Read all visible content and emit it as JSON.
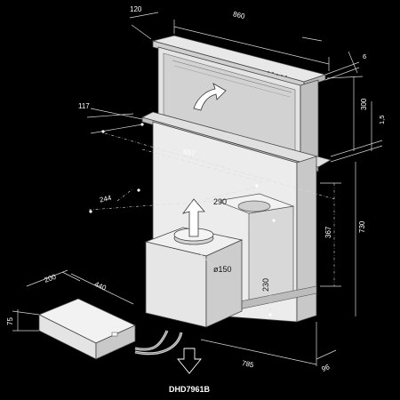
{
  "model": "DHD7961B",
  "dimensions": {
    "d120": "120",
    "d860": "860",
    "d6": "6",
    "d117": "117",
    "d300": "300",
    "d15": "1,5",
    "d857": "857",
    "d290": "290",
    "d244": "244",
    "d367": "367",
    "d730": "730",
    "d150": "ø150",
    "d230": "230",
    "d200": "200",
    "d440": "440",
    "d75": "75",
    "d785": "785",
    "d96": "96"
  },
  "colors": {
    "background": "#000000",
    "body": "#ececec",
    "panel": "#dcdcdc",
    "line": "#ffffff"
  }
}
